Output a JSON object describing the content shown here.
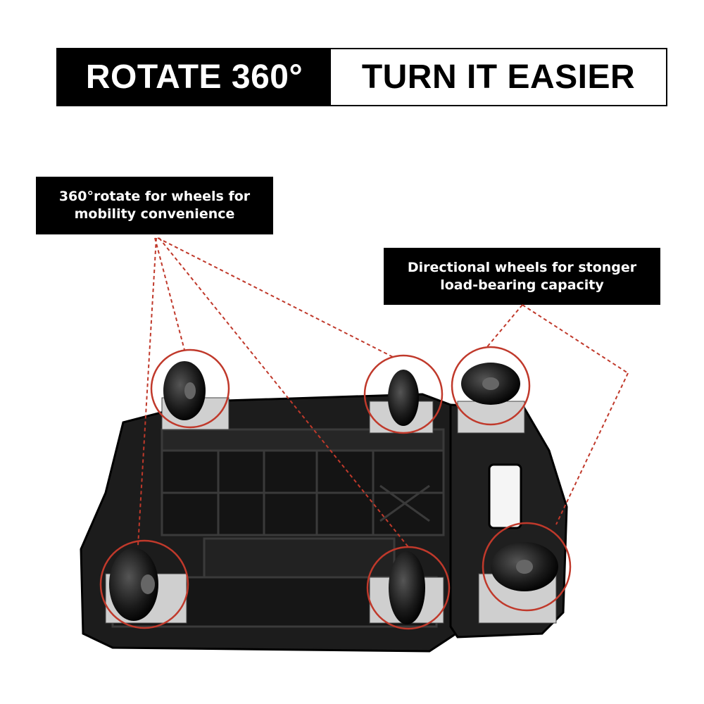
{
  "banner": {
    "left_text": "ROTATE 360°",
    "right_text": "TURN IT EASIER"
  },
  "callouts": {
    "swivel": {
      "line1": "360°rotate for wheels for",
      "line2": "mobility convenience"
    },
    "directional": {
      "line1": "Directional wheels for stonger",
      "line2": "load-bearing capacity"
    }
  },
  "colors": {
    "accent": "#c0392b",
    "dark": "#000000",
    "plastic": "#1c1c1c"
  }
}
